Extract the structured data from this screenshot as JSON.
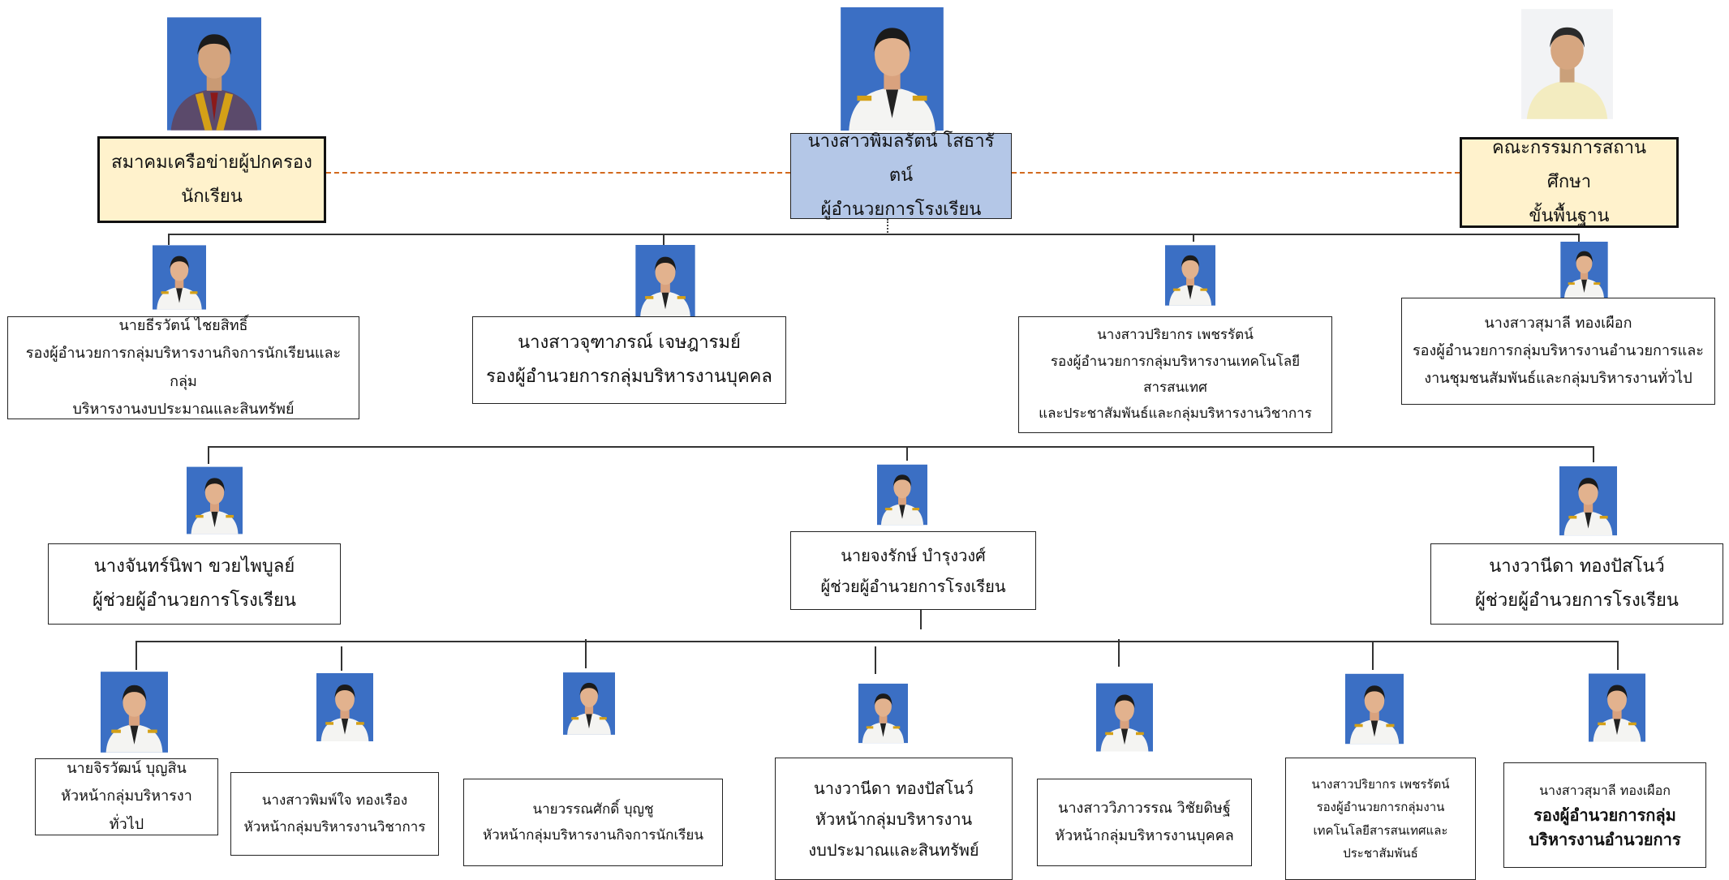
{
  "top": {
    "left_box": {
      "line1": "สมาคมเครือข่ายผู้ปกครอง",
      "line2": "นักเรียน"
    },
    "director": {
      "name": "นางสาวพิมลรัตน์ โสธารัตน์",
      "title": "ผู้อำนวยการโรงเรียน"
    },
    "right_box": {
      "line1": "คณะกรรมการสถานศึกษา",
      "line2": "ขั้นพื้นฐาน"
    }
  },
  "deputies": [
    {
      "name": "นายธีรวัตน์ ไชยสิทธิ์",
      "title_line1": "รองผู้อำนวยการกลุ่มบริหารงานกิจการนักเรียนและกลุ่ม",
      "title_line2": "บริหารงานงบประมาณและสินทรัพย์"
    },
    {
      "name": "นางสาวจุฑาภรณ์ เจษฎารมย์",
      "title_line1": "รองผู้อำนวยการกลุ่มบริหารงานบุคคล"
    },
    {
      "name": "นางสาวปริยากร เพชรรัตน์",
      "title_line1": "รองผู้อำนวยการกลุ่มบริหารงานเทคโนโลยีสารสนเทศ",
      "title_line2": "และประชาสัมพันธ์และกลุ่มบริหารงานวิชาการ"
    },
    {
      "name": "นางสาวสุมาลี ทองเผือก",
      "title_line1": "รองผู้อำนวยการกลุ่มบริหารงานอำนวยการและ",
      "title_line2": "งานชุมชนสัมพันธ์และกลุ่มบริหารงานทั่วไป"
    }
  ],
  "assistants": [
    {
      "name": "นางจันทร์นิพา ขวยไพบูลย์",
      "title": "ผู้ช่วยผู้อำนวยการโรงเรียน"
    },
    {
      "name": "นายจงรักษ์ บำรุงวงศ์",
      "title": "ผู้ช่วยผู้อำนวยการโรงเรียน"
    },
    {
      "name": "นางวานีดา ทองปัสโนว์",
      "title": "ผู้ช่วยผู้อำนวยการโรงเรียน"
    }
  ],
  "heads": [
    {
      "name": "นายจิรวัฒน์ บุญสิน",
      "title_line1": "หัวหน้ากลุ่มบริหารงาทั่วไป"
    },
    {
      "name": "นางสาวพิมพ์ใจ ทองเรือง",
      "title_line1": "หัวหน้ากลุ่มบริหารงานวิชาการ"
    },
    {
      "name": "นายวรรณศักดิ์ บุญชู",
      "title_line1": "หัวหน้ากลุ่มบริหารงานกิจการนักเรียน"
    },
    {
      "name": "นางวานีดา ทองปัสโนว์",
      "title_line1": "หัวหน้ากลุ่มบริหารงาน",
      "title_line2": "งบประมาณและสินทรัพย์"
    },
    {
      "name": "นางสาววิภาวรรณ วิชัยดิษฐ์",
      "title_line1": "หัวหน้ากลุ่มบริหารงานบุคคล"
    },
    {
      "name": "นางสาวปริยากร เพชรรัตน์",
      "title_line1": "รองผู้อำนวยการกลุ่มงาน",
      "title_line2": "เทคโนโลยีสารสนเทศและ",
      "title_line3": "ประชาสัมพันธ์"
    },
    {
      "name": "นางสาวสุมาลี ทองเผือก",
      "title_line1": "รองผู้อำนวยการกลุ่ม",
      "title_line2": "บริหารงานอำนวยการ"
    }
  ],
  "colors": {
    "yellow_box": "#fff2cc",
    "director_box": "#b4c7e7",
    "dashed_connector": "#d2691e",
    "photo_background": "#3b6fc4"
  }
}
